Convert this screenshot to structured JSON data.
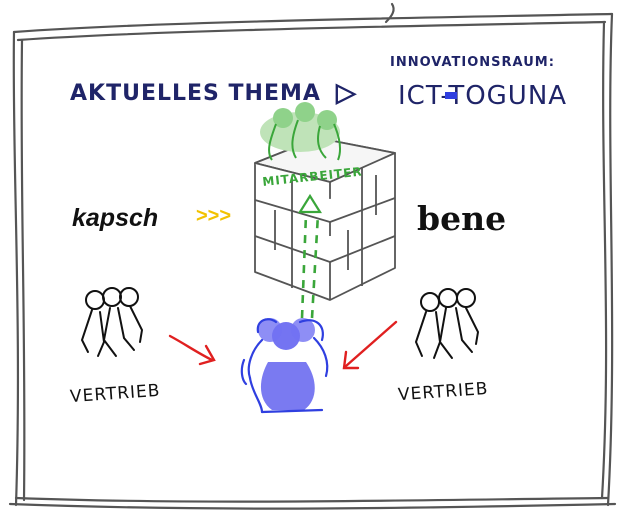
{
  "heading": {
    "current_topic": "AKTUELLES THEMA",
    "arrow_glyph": "▷",
    "innovation_label": "INNOVATIONSRAUM:",
    "innovation_value": "ICT-TOGUNA"
  },
  "cube": {
    "label": "MITARBEITER"
  },
  "logos": {
    "left": "kapsch",
    "left_arrows": ">>>",
    "right": "bene"
  },
  "groups": {
    "left_label": "VERTRIEB",
    "right_label": "VERTRIEB"
  },
  "colors": {
    "ink_dark": "#1f2468",
    "ink_blue": "#2f3fe0",
    "ink_green": "#3aa63a",
    "ink_red": "#e02020",
    "ink_yellow": "#f2c200",
    "frame": "#555555"
  }
}
